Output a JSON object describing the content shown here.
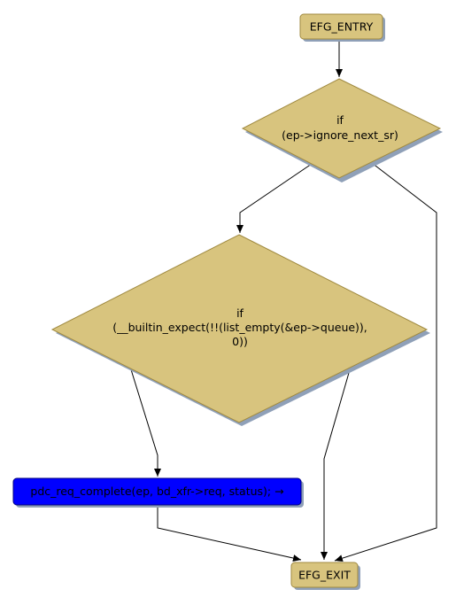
{
  "colors": {
    "node_fill": "#d8c47e",
    "node_stroke": "#a08a40",
    "shadow": "#8fa0b8",
    "call_fill": "#0000ff",
    "call_stroke": "#000080",
    "edge": "#000000",
    "background": "#ffffff"
  },
  "nodes": {
    "entry": {
      "label": "EFG_ENTRY"
    },
    "if_ignore": {
      "line1": "if",
      "line2": "(ep->ignore_next_sr)"
    },
    "if_queue": {
      "line1": "if",
      "line2": "(__builtin_expect(!!(list_empty(&ep->queue)),",
      "line3": "0))"
    },
    "call_complete": {
      "label": "pdc_req_complete(ep, bd_xfr->req, status); →"
    },
    "exit": {
      "label": "EFG_EXIT"
    }
  }
}
